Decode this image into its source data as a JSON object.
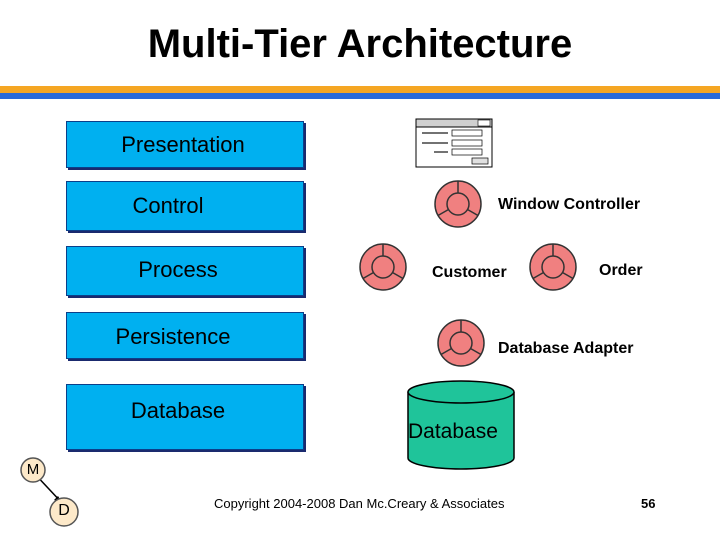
{
  "slide": {
    "title": "Multi-Tier Architecture",
    "tiers": [
      {
        "label": "Presentation"
      },
      {
        "label": "Control"
      },
      {
        "label": "Process"
      },
      {
        "label": "Persistence"
      },
      {
        "label": "Database"
      }
    ],
    "components": {
      "window_controller": "Window Controller",
      "customer": "Customer",
      "order": "Order",
      "database_adapter": "Database Adapter",
      "database": "Database"
    },
    "mvc": {
      "m": "M",
      "d": "D"
    },
    "copyright": "Copyright 2004-2008 Dan Mc.Creary & Associates",
    "page_number": "56"
  },
  "colors": {
    "tier_fill": "#00b0f0",
    "stripe_orange": "#f5a623",
    "stripe_blue": "#2a6ad8",
    "control_fill": "#f08080",
    "database_fill": "#1fc49a",
    "mvc_node_fill": "#fde9c9"
  }
}
